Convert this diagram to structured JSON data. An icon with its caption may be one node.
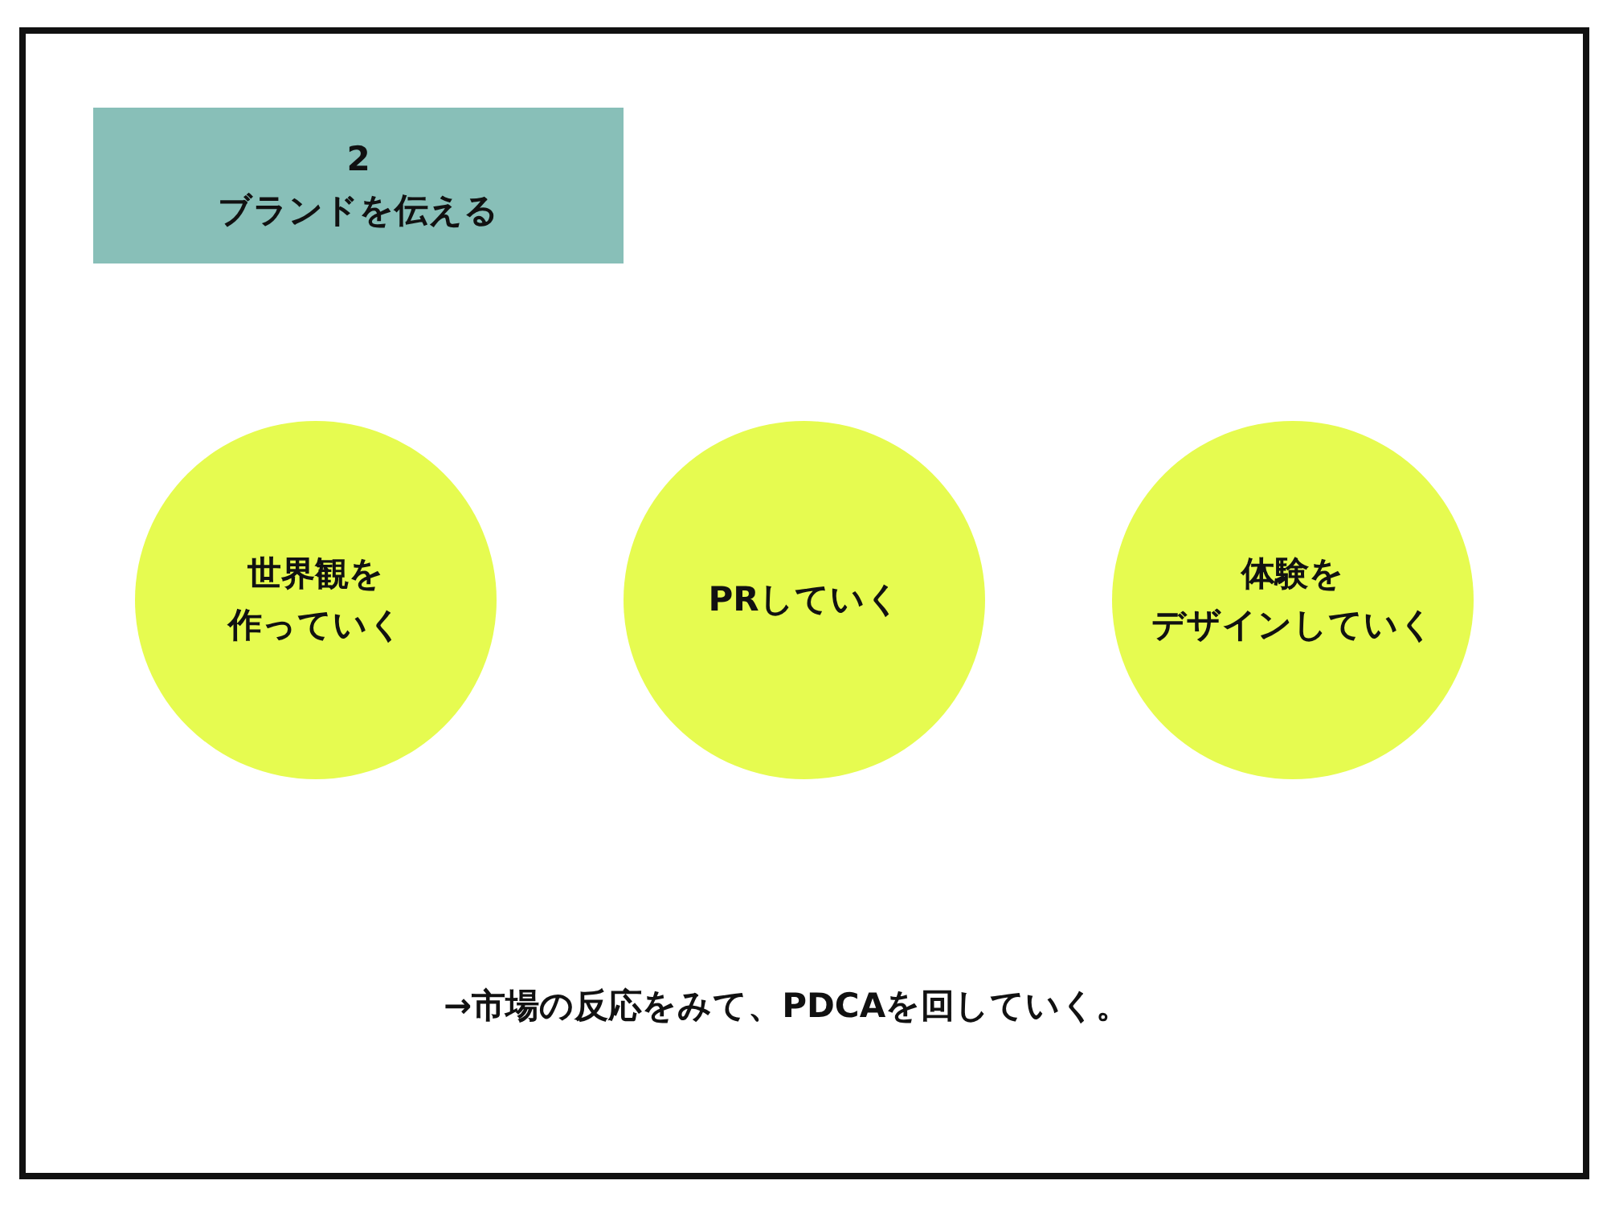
{
  "diagram": {
    "nodes": [
      {
        "text": [
          "2",
          "ブランドを伝える"
        ]
      },
      {
        "text": [
          "世界観を作っていく"
        ]
      },
      {
        "text": [
          "PRしていく"
        ]
      },
      {
        "text": [
          "体験をデザインしていく"
        ]
      }
    ],
    "labels": [
      "→市場の反応をみて、PDCAを回していく。"
    ]
  }
}
